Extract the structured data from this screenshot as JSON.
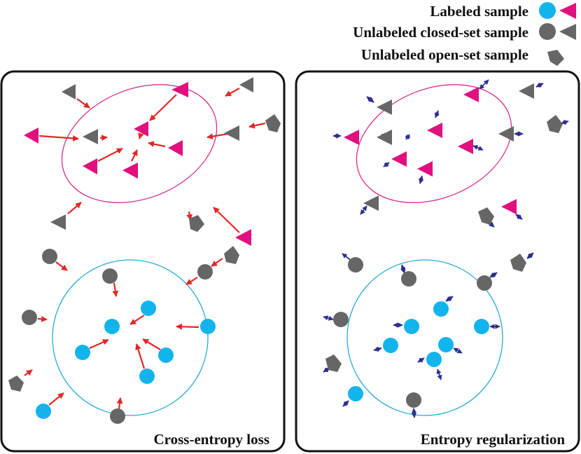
{
  "legend": {
    "labeled": "Labeled sample",
    "closed": "Unlabeled closed-set sample",
    "open": "Unlabeled open-set sample"
  },
  "panels": {
    "left_caption": "Cross-entropy loss",
    "right_caption": "Entropy regularization"
  },
  "colors": {
    "labeled_triangle": "#e0107f",
    "labeled_circle": "#12b4ec",
    "unlabeled": "#666666",
    "ce_arrow": "#e42626",
    "entropy_arrow": "#2d2f8f",
    "triangle_cluster_ring": "#d62c8c",
    "circle_cluster_ring": "#2aa9d8"
  },
  "icons": {
    "labeled_circle": "circle-marker",
    "labeled_triangle": "triangle-marker",
    "closed_circle": "gray-circle-marker",
    "closed_triangle": "gray-triangle-marker",
    "open_set": "pentagon-marker"
  }
}
